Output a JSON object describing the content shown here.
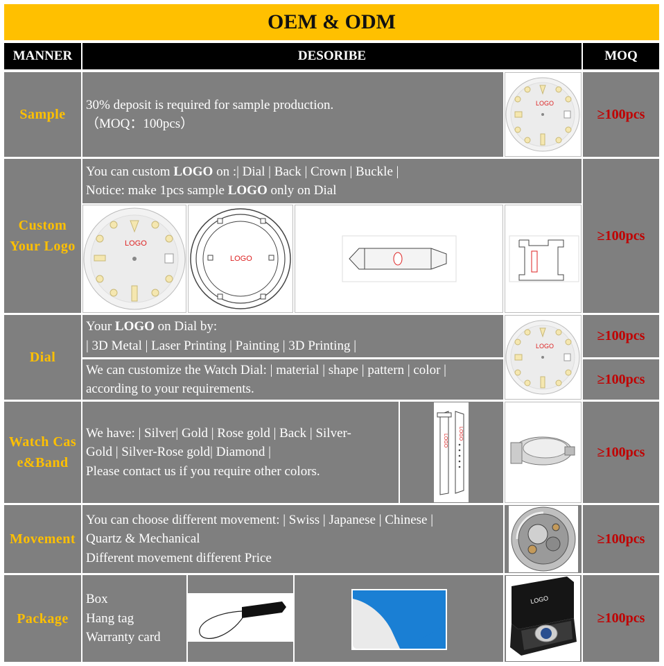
{
  "title": "OEM & ODM",
  "headers": {
    "manner": "MANNER",
    "describe": "DESORIBE",
    "moq": "MOQ"
  },
  "colors": {
    "accent": "#ffc000",
    "moq_text": "#c00000",
    "row_bg": "#7f7f7f",
    "header_bg": "#000000"
  },
  "rows": {
    "sample": {
      "label": "Sample",
      "line1": "30% deposit is required for sample production.",
      "line2": "（MOQ：100pcs）",
      "moq": "≥100pcs",
      "image": "watch-dial-icon"
    },
    "custom_logo": {
      "label": "Custom Your Logo",
      "line1_a": "You can custom ",
      "line1_b": "LOGO",
      "line1_c": " on :| Dial | Back | Crown | Buckle |",
      "line2_a": "Notice: make 1pcs sample ",
      "line2_b": "LOGO",
      "line2_c": " only on Dial",
      "moq": "≥100pcs",
      "logo_text": "LOGO"
    },
    "dial": {
      "label": "Dial",
      "line1_a": "Your ",
      "line1_b": "LOGO",
      "line1_c": " on Dial by:",
      "line2": "| 3D Metal | Laser Printing | Painting | 3D Printing |",
      "line3": "We can customize the Watch Dial: | material | shape | pattern | color |",
      "line4": "according to your requirements.",
      "moq1": "≥100pcs",
      "moq2": "≥100pcs"
    },
    "case_band": {
      "label": "Watch Case&Band",
      "line1": "We have: | Silver| Gold | Rose gold | Back | Silver-",
      "line2": "Gold | Silver-Rose gold| Diamond |",
      "line3": "Please contact us if you require other colors.",
      "moq": "≥100pcs"
    },
    "movement": {
      "label": "Movement",
      "line1": "You can choose different movement: | Swiss  | Japanese  | Chinese |",
      "line2": "Quartz & Mechanical",
      "line3": "Different movement different Price",
      "moq": "≥100pcs"
    },
    "package": {
      "label": "Package",
      "line1": "Box",
      "line2": "Hang tag",
      "line3": "Warranty card",
      "moq": "≥100pcs",
      "box_logo": "LOGO"
    }
  }
}
